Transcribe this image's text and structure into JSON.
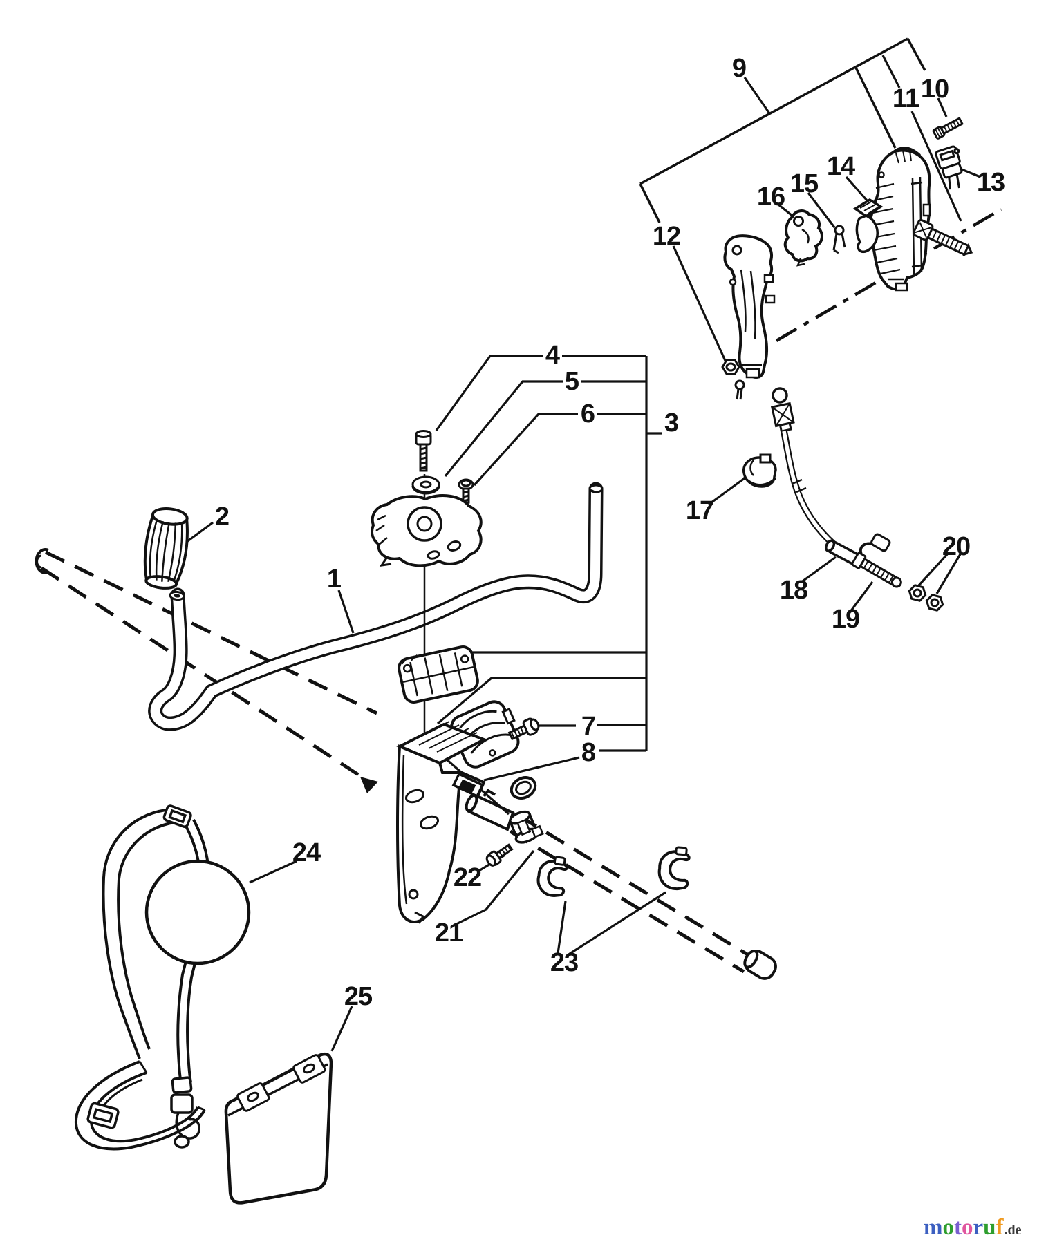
{
  "page": {
    "background": "#ffffff",
    "line_color": "#111111"
  },
  "callouts": [
    "1",
    "2",
    "3",
    "4",
    "5",
    "6",
    "7",
    "8",
    "9",
    "10",
    "11",
    "12",
    "13",
    "14",
    "15",
    "16",
    "17",
    "18",
    "19",
    "20",
    "21",
    "22",
    "23",
    "24",
    "25"
  ],
  "logo": {
    "letters": [
      {
        "char": "m",
        "color": "#3c5fc0"
      },
      {
        "char": "o",
        "color": "#2e9e2e"
      },
      {
        "char": "t",
        "color": "#7a5fd0"
      },
      {
        "char": "o",
        "color": "#e0569f"
      },
      {
        "char": "r",
        "color": "#3c5fc0"
      },
      {
        "char": "u",
        "color": "#2e9e2e"
      },
      {
        "char": "f",
        "color": "#f09a20"
      }
    ],
    "suffix": ".de",
    "suffix_color": "#3a3a3a"
  }
}
